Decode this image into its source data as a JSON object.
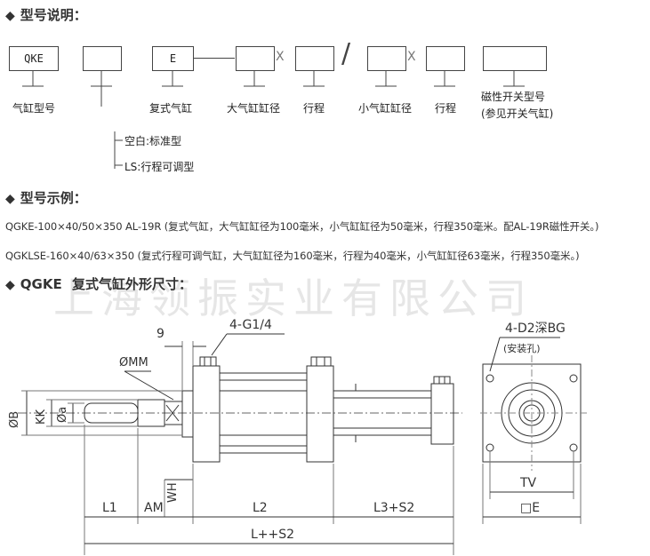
{
  "sections": {
    "model_desc_title": "型号说明：",
    "model_example_title": "型号示例：",
    "dimension_title_code": "QGKE",
    "dimension_title_text": "复式气缸外形尺寸："
  },
  "model_code": {
    "box1": "QKE",
    "box3": "E",
    "sep_x": "X",
    "sep_slash": "/",
    "labels": {
      "l1": "气缸型号",
      "l3": "复式气缸",
      "l4": "大气缸缸径",
      "l5": "行程",
      "l6": "小气缸缸径",
      "l7": "行程",
      "l8_line1": "磁性开关型号",
      "l8_line2": "(参见开关气缸)"
    },
    "options": {
      "opt1": "空白:标准型",
      "opt2": "LS:行程可调型"
    }
  },
  "examples": {
    "ex1": "QGKE-100×40/50×350 AL-19R (复式气缸，大气缸缸径为100毫米，小气缸缸径为50毫米，行程350毫米。配AL-19R磁性开关。)",
    "ex2": "QGKLSE-160×40/63×350 (复式行程可调气缸，大气缸缸径为160毫米，行程为40毫米，小气缸缸径63毫米，行程350毫米。)"
  },
  "watermark": "上海领振实业有限公司",
  "drawing": {
    "dim_9": "9",
    "dim_4g": "4-G1/4",
    "dim_mm": "ØMM",
    "dim_b": "ØB",
    "dim_kk": "KK",
    "dim_a": "Øa",
    "dim_wh": "WH",
    "dim_l1": "L1",
    "dim_am": "AM",
    "dim_l2": "L2",
    "dim_l3s2": "L3+S2",
    "dim_ltotal": "L++S2",
    "dim_4d2": "4-D2深BG",
    "dim_install": "(安装孔)",
    "dim_tv": "TV",
    "dim_e": "□E"
  }
}
